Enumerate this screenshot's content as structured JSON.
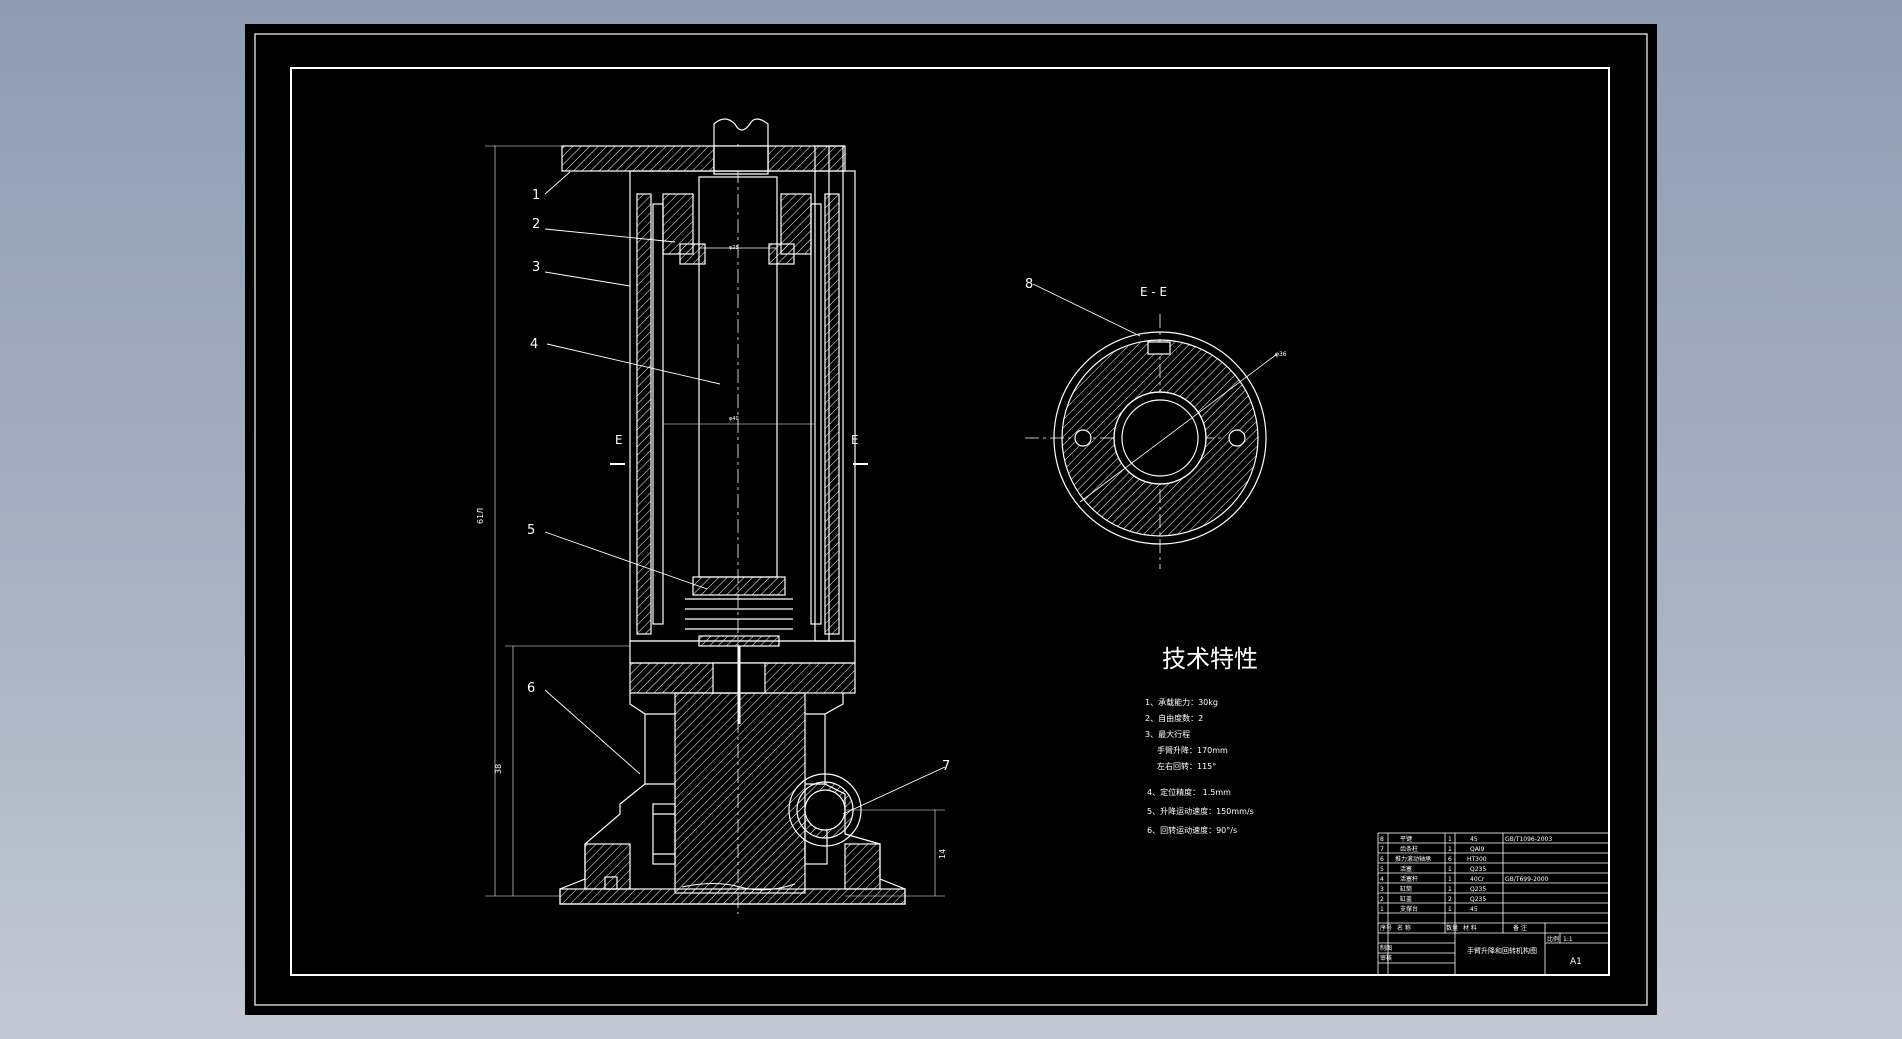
{
  "section_label": "E - E",
  "cut_letter": "E",
  "dimensions": {
    "height_total": "61Л",
    "height_lower": "38",
    "height_side": "14",
    "diameter": "φ36",
    "inner_a": "φ25",
    "inner_b": "φ40"
  },
  "callouts": [
    "1",
    "2",
    "3",
    "4",
    "5",
    "6",
    "7",
    "8"
  ],
  "specs": {
    "title": "技术特性",
    "items": [
      "1、承载能力：30kg",
      "2、自由度数：2",
      "3、最大行程",
      "手臂升降：170mm",
      "左右回转：115°",
      "4、定位精度：  1.5mm",
      "5、升降运动速度：150mm/s",
      "6、回转运动速度：90°/s"
    ]
  },
  "title_block": {
    "parts": [
      {
        "no": "8",
        "name": "平键",
        "qty": "1",
        "material": "45",
        "standard": "GB/T1096-2003"
      },
      {
        "no": "7",
        "name": "齿条柱",
        "qty": "1",
        "material": "QAl9",
        "standard": ""
      },
      {
        "no": "6",
        "name": "推力滚动轴承",
        "qty": "6",
        "material": "HT300",
        "standard": ""
      },
      {
        "no": "5",
        "name": "活塞",
        "qty": "1",
        "material": "Q235",
        "standard": ""
      },
      {
        "no": "4",
        "name": "活塞杆",
        "qty": "1",
        "material": "40Cr",
        "standard": "GB/T699-2000"
      },
      {
        "no": "3",
        "name": "缸筒",
        "qty": "1",
        "material": "Q235",
        "standard": ""
      },
      {
        "no": "2",
        "name": "缸盖",
        "qty": "2",
        "material": "Q235",
        "standard": ""
      },
      {
        "no": "1",
        "name": "支撑台",
        "qty": "1",
        "material": "45",
        "standard": ""
      }
    ],
    "header": {
      "no": "序号",
      "name": "名  称",
      "qty": "数量",
      "material": "材  料",
      "remark": "备  注"
    },
    "designer": "制图",
    "checker": "审核",
    "drawing_title": "手臂升降和回转机构图",
    "scale_label": "比例",
    "scale_value": "1:1",
    "sheet_size": "A1"
  }
}
